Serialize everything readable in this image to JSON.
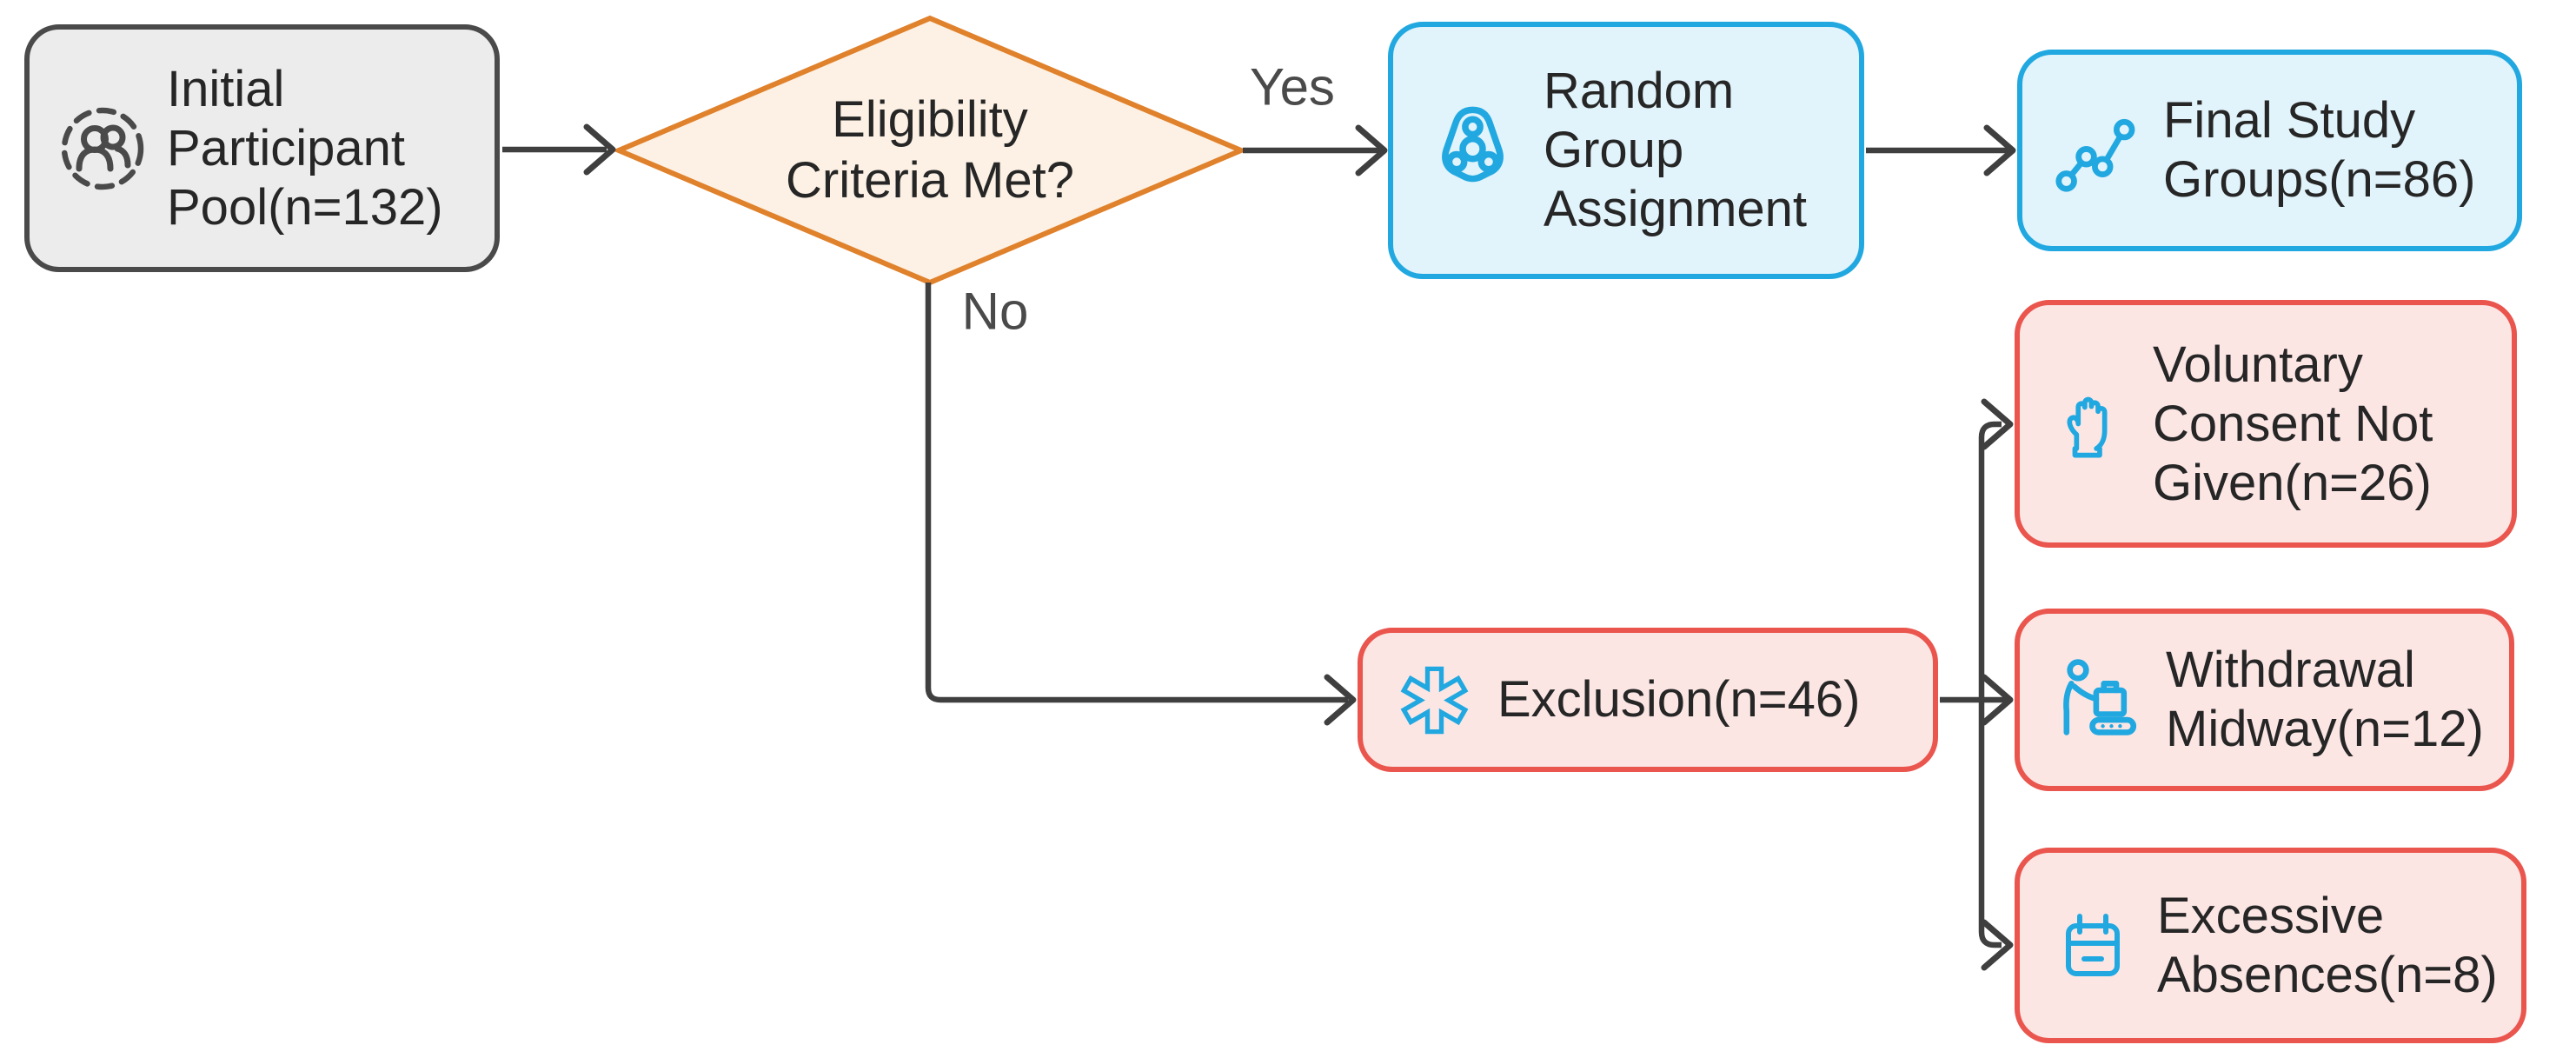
{
  "diagram": {
    "type": "flowchart",
    "direction": "left-to-right",
    "background": "#FFFFFF",
    "colors": {
      "neutral_fill": "#ECECEC",
      "neutral_border": "#4A4A4A",
      "decision_fill": "#FCF1E4",
      "decision_border": "#E0812C",
      "positive_fill": "#E1F3FB",
      "positive_border": "#21A8E0",
      "negative_fill": "#FBE6E4",
      "negative_border": "#EA554D",
      "edge_line": "#3F3F3F",
      "node_text": "#262626",
      "edge_label_text": "#4A4A4A",
      "icon_accent": "#21A8E0",
      "icon_neutral": "#4A4A4A"
    },
    "nodes": {
      "initial_pool": {
        "label": "Initial Participant Pool(n=132)",
        "lines": [
          "Initial",
          "Participant",
          "Pool(n=132)"
        ],
        "icon": "user-group-icon",
        "style": "neutral"
      },
      "eligibility": {
        "label": "Eligibility Criteria Met?",
        "lines": [
          "Eligibility",
          "Criteria Met?"
        ],
        "style": "decision"
      },
      "random_assignment": {
        "label": "Random Group Assignment",
        "lines": [
          "Random",
          "Group",
          "Assignment"
        ],
        "icon": "spinner-icon",
        "style": "positive"
      },
      "final_groups": {
        "label": "Final Study Groups(n=86)",
        "lines": [
          "Final Study",
          "Groups(n=86)"
        ],
        "icon": "trend-chart-icon",
        "style": "positive"
      },
      "voluntary_consent": {
        "label": "Voluntary Consent Not Given(n=26)",
        "lines": [
          "Voluntary",
          "Consent Not",
          "Given(n=26)"
        ],
        "icon": "raised-hand-icon",
        "style": "negative"
      },
      "exclusion": {
        "label": "Exclusion(n=46)",
        "lines": [
          "Exclusion(n=46)"
        ],
        "icon": "medical-asterisk-icon",
        "style": "negative"
      },
      "withdrawal": {
        "label": "Withdrawal Midway(n=12)",
        "lines": [
          "Withdrawal",
          "Midway(n=12)"
        ],
        "icon": "person-conveyor-icon",
        "style": "negative"
      },
      "excessive_absences": {
        "label": "Excessive Absences(n=8)",
        "lines": [
          "Excessive",
          "Absences(n=8)"
        ],
        "icon": "calendar-minus-icon",
        "style": "negative"
      }
    },
    "edges": [
      {
        "from": "initial_pool",
        "to": "eligibility",
        "label": ""
      },
      {
        "from": "eligibility",
        "to": "random_assignment",
        "label": "Yes"
      },
      {
        "from": "random_assignment",
        "to": "final_groups",
        "label": ""
      },
      {
        "from": "eligibility",
        "to": "exclusion",
        "label": "No"
      },
      {
        "from": "exclusion",
        "to": "voluntary_consent",
        "label": ""
      },
      {
        "from": "exclusion",
        "to": "withdrawal",
        "label": ""
      },
      {
        "from": "exclusion",
        "to": "excessive_absences",
        "label": ""
      }
    ],
    "edge_labels": {
      "yes": "Yes",
      "no": "No"
    }
  }
}
